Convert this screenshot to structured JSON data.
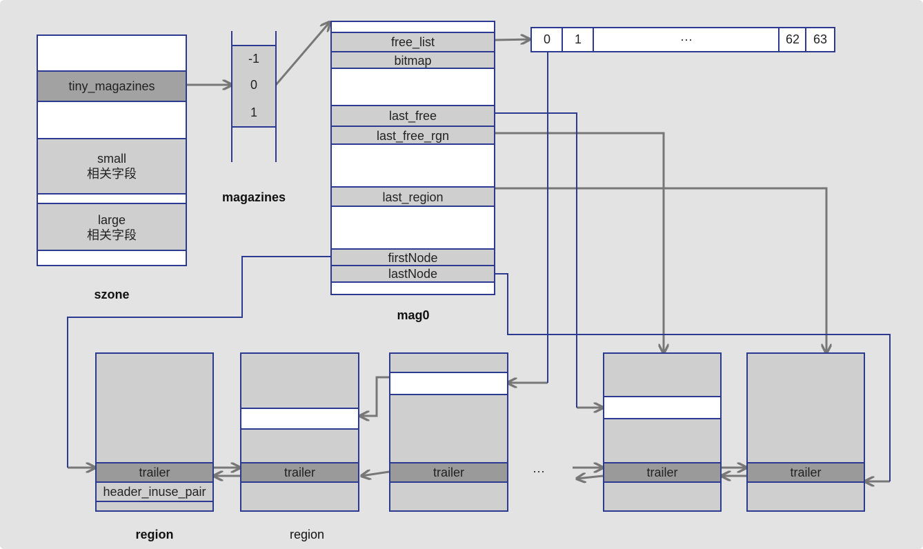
{
  "szone": {
    "label": "szone",
    "tiny_magazines": "tiny_magazines",
    "small_line1": "small",
    "small_line2": "相关字段",
    "large_line1": "large",
    "large_line2": "相关字段"
  },
  "magazines": {
    "label": "magazines",
    "cells": [
      "-1",
      "0",
      "1"
    ]
  },
  "mag0": {
    "label": "mag0",
    "free_list": "free_list",
    "bitmap": "bitmap",
    "last_free": "last_free",
    "last_free_rgn": "last_free_rgn",
    "last_region": "last_region",
    "firstNode": "firstNode",
    "lastNode": "lastNode"
  },
  "free_list_array": {
    "cells": [
      "0",
      "1",
      "···",
      "62",
      "63"
    ]
  },
  "regions": {
    "trailer": "trailer",
    "header_inuse_pair": "header_inuse_pair",
    "label_1": "region",
    "label_2": "region",
    "ellipsis": "···"
  },
  "colors": {
    "border": "#2b3990",
    "arrow": "#777777",
    "background": "#e3e3e3",
    "light_gray": "#cfcfcf",
    "dark_gray": "#a2a2a2"
  }
}
